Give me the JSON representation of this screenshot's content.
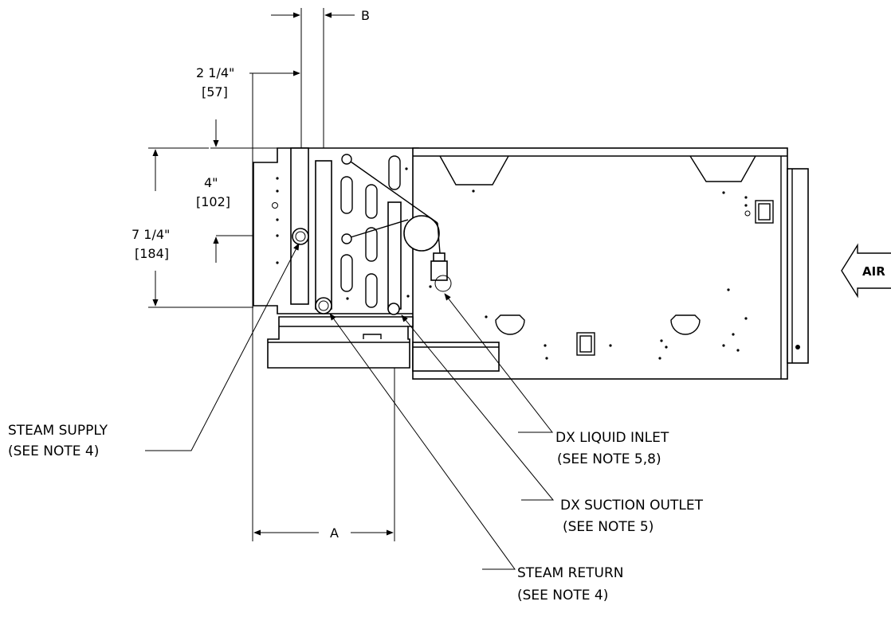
{
  "dimensions": {
    "b_label": "B",
    "a_label": "A",
    "width_2_25_in": "2 1/4\"",
    "width_2_25_mm": "[57]",
    "height_4_in": "4\"",
    "height_4_mm": "[102]",
    "height_7_25_in": "7 1/4\"",
    "height_7_25_mm": "[184]"
  },
  "callouts": {
    "steam_supply": "STEAM SUPPLY",
    "steam_supply_note": "(SEE NOTE 4)",
    "steam_return": "STEAM RETURN",
    "steam_return_note": "(SEE NOTE 4)",
    "dx_liquid_inlet": "DX LIQUID INLET",
    "dx_liquid_inlet_note": "(SEE NOTE 5,8)",
    "dx_suction_outlet": "DX SUCTION OUTLET",
    "dx_suction_outlet_note": "(SEE NOTE 5)"
  },
  "airflow": {
    "label": "AIR"
  }
}
